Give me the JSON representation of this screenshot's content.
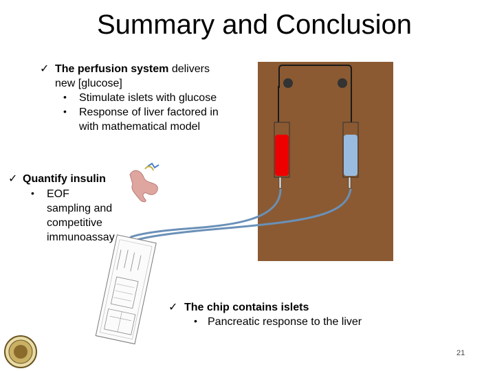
{
  "title": "Summary and Conclusion",
  "bullets": {
    "perfusion": {
      "bold": "The perfusion system",
      "rest": " delivers",
      "line2": "new [glucose]",
      "subs": [
        "Stimulate islets with glucose",
        "Response of liver factored in",
        "with mathematical model"
      ]
    },
    "insulin": {
      "bold": "Quantify insulin",
      "subs": [
        "EOF",
        "sampling and",
        "competitive",
        "immunoassay"
      ]
    },
    "chip": {
      "bold": "The chip contains islets",
      "subs": [
        "Pancreatic response to the liver"
      ]
    }
  },
  "glyphs": {
    "check": "✓",
    "dot": "•"
  },
  "colors": {
    "board": "#8b5a32",
    "red_syringe": "#ee0000",
    "blue_syringe": "#99bbe0",
    "tube": "#6a90b8"
  },
  "page_number": "21"
}
